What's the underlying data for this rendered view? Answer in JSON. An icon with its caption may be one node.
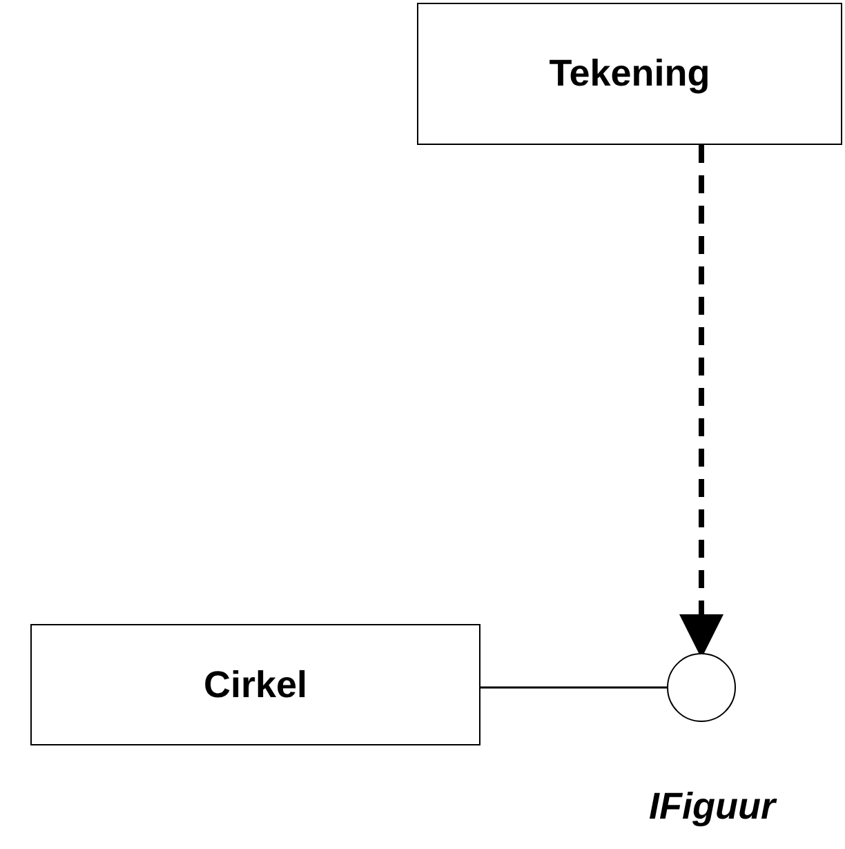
{
  "diagram": {
    "nodes": [
      {
        "text": [
          "Tekening"
        ]
      },
      {
        "text": [
          "Cirkel"
        ]
      },
      {
        "text": [],
        "shape": "circle",
        "beside": [
          "IFiguur"
        ]
      }
    ],
    "edges": [
      {
        "from": 0,
        "to": 2,
        "arrow": "to",
        "style": "dashed"
      },
      {
        "from": 1,
        "to": 2,
        "arrow": "none"
      }
    ]
  }
}
